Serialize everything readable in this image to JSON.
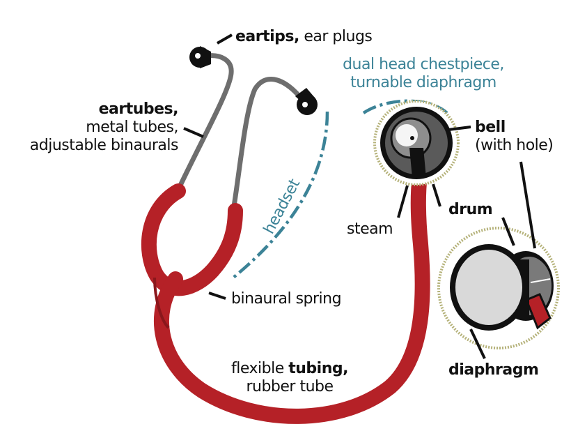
{
  "colors": {
    "tubing": "#b52127",
    "metal": "#6e6e6e",
    "teal": "#3c8397",
    "text": "#111111",
    "ring": "#b5b27a",
    "head_dark": "#444444",
    "head_light": "#d9d9d9"
  },
  "labels": {
    "eartips": {
      "bold": "eartips,",
      "rest": " ear plugs"
    },
    "eartubes": {
      "bold": "eartubes,",
      "line2": "metal tubes,",
      "line3": "adjustable binaurals"
    },
    "chestpiece": {
      "line1": "dual head chestpiece,",
      "line2": "turnable diaphragm"
    },
    "bell": {
      "bold": "bell",
      "line2": "(with hole)"
    },
    "steam": "steam",
    "drum": "drum",
    "headset": "headset",
    "binaural_spring": "binaural spring",
    "tubing": {
      "line1_a": "flexible ",
      "line1_b": "tubing,",
      "line2": "rubber tube"
    },
    "diaphragm": "diaphragm"
  }
}
